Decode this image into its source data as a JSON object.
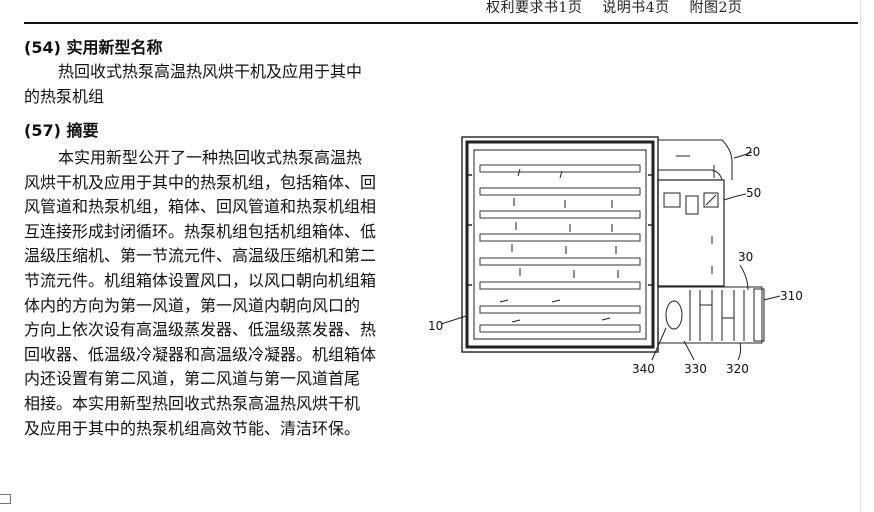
{
  "header": {
    "claims": "权利要求书1页",
    "description": "说明书4页",
    "drawings": "附图2页"
  },
  "sections": {
    "name_label": "(54) 实用新型名称",
    "abstract_label": "(57) 摘要"
  },
  "title_lines": [
    "热回收式热泵高温热风烘干机及应用于其中",
    "的热泵机组"
  ],
  "abstract_lines": [
    "本实用新型公开了一种热回收式热泵高温热",
    "风烘干机及应用于其中的热泵机组，包括箱体、回",
    "风管道和热泵机组，箱体、回风管道和热泵机组相",
    "互连接形成封闭循环。热泵机组包括机组箱体、低",
    "温级压缩机、第一节流元件、高温级压缩机和第二",
    "节流元件。机组箱体设置风口，以风口朝向机组箱",
    "体内的方向为第一风道，第一风道内朝向风口的",
    "方向上依次设有高温级蒸发器、低温级蒸发器、热",
    "回收器、低温级冷凝器和高温级冷凝器。机组箱体",
    "内还设置有第二风道，第二风道与第一风道首尾",
    "相接。本实用新型热回收式热泵高温热风烘干机",
    "及应用于其中的热泵机组高效节能、清洁环保。"
  ],
  "figure": {
    "labels": {
      "l10": "10",
      "l20": "20",
      "l30": "30",
      "l50": "50",
      "l310": "310",
      "l320": "320",
      "l330": "330",
      "l340": "340"
    }
  }
}
